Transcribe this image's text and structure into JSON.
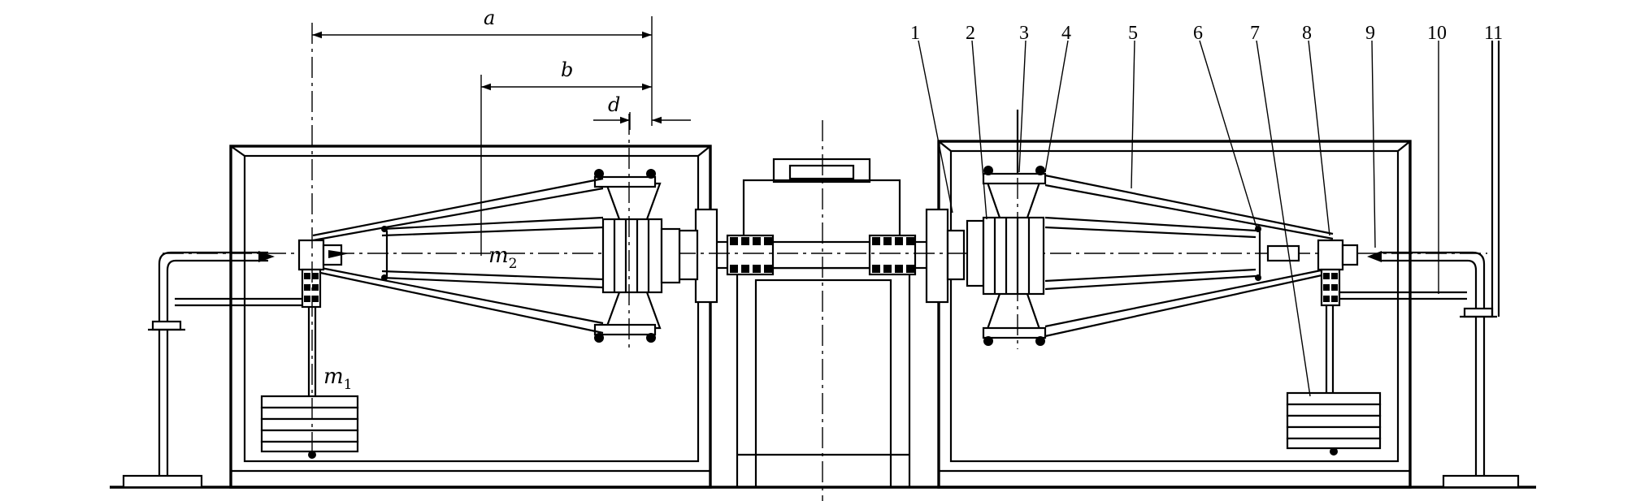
{
  "dimensions": [
    {
      "id": "a",
      "label": "a"
    },
    {
      "id": "b",
      "label": "b"
    },
    {
      "id": "d",
      "label": "d"
    }
  ],
  "masses": [
    {
      "id": "m1",
      "symbol": "m",
      "subscript": "1"
    },
    {
      "id": "m2",
      "symbol": "m",
      "subscript": "2"
    }
  ],
  "part_numbers": [
    "1",
    "2",
    "3",
    "4",
    "5",
    "6",
    "7",
    "8",
    "9",
    "10",
    "11"
  ]
}
